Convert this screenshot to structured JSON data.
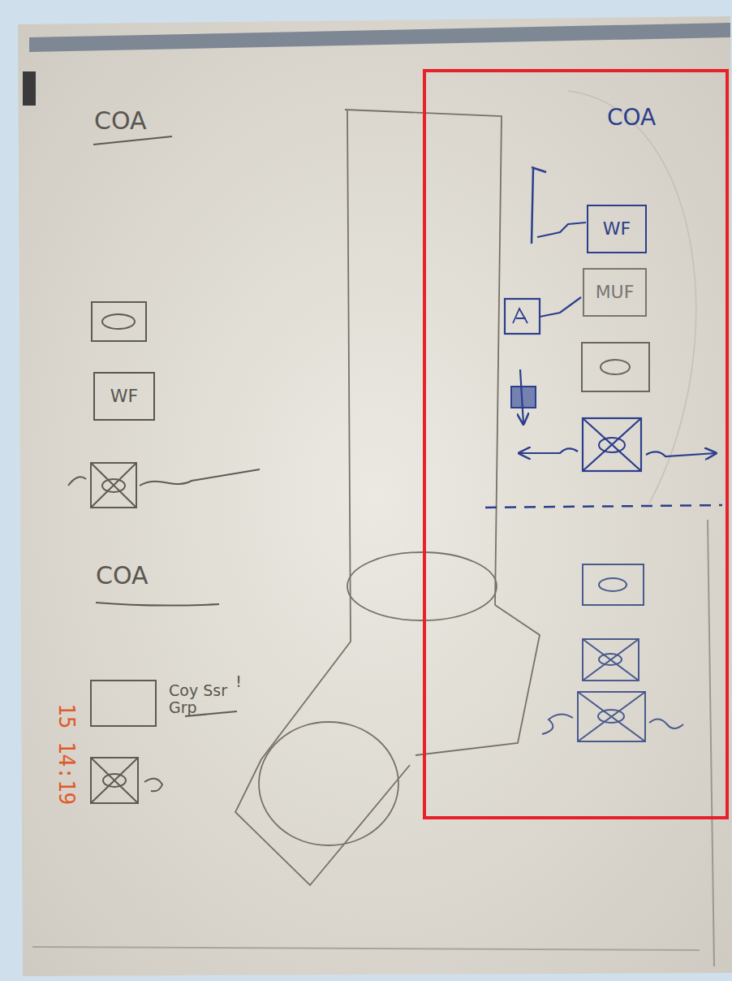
{
  "diagram": {
    "nodes": [
      {
        "text": [
          "WF"
        ]
      },
      {
        "text": [
          "WF"
        ]
      },
      {
        "text": [
          "MUF"
        ]
      }
    ],
    "labels": [
      "COA",
      "COA",
      "Coy Ssr Grp",
      "!",
      "15 14:19",
      "COA"
    ]
  }
}
